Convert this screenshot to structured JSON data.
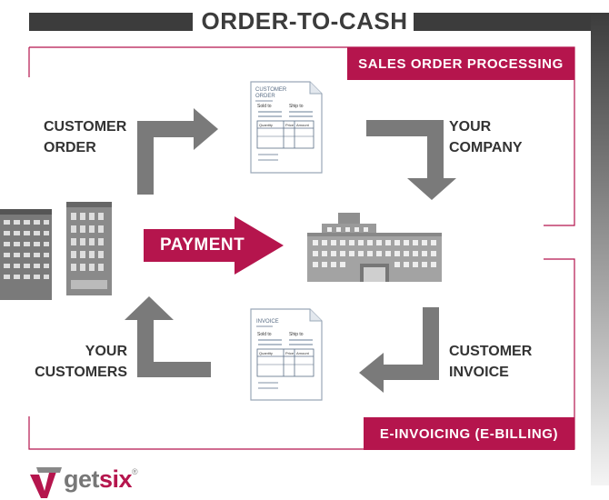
{
  "title": "ORDER-TO-CASH",
  "sections": {
    "sales": "SALES ORDER PROCESSING",
    "einvoicing": "E-INVOICING (E-BILLING)"
  },
  "labels": {
    "customer_order": [
      "CUSTOMER",
      "ORDER"
    ],
    "your_company": [
      "YOUR",
      "COMPANY"
    ],
    "customer_invoice": [
      "CUSTOMER",
      "INVOICE"
    ],
    "your_customers": [
      "YOUR",
      "CUSTOMERS"
    ],
    "payment": "PAYMENT"
  },
  "documents": {
    "order": {
      "heading": [
        "CUSTOMER",
        "ORDER"
      ],
      "sold_to": "Sold to",
      "ship_to": "Ship to",
      "cols": [
        "Quantity",
        "Price",
        "Amount"
      ]
    },
    "invoice": {
      "heading": [
        "INVOICE"
      ],
      "sold_to": "Sold to",
      "ship_to": "Ship to",
      "cols": [
        "Quantity",
        "Price",
        "Amount"
      ]
    }
  },
  "logo": {
    "main": "get",
    "accent": "six",
    "mark": "®"
  },
  "colors": {
    "accent": "#b5154d",
    "arrow": "#7a7a7a",
    "dark": "#3c3c3c"
  }
}
